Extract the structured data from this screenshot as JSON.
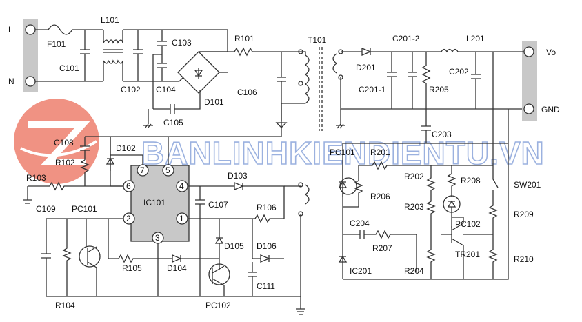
{
  "terminals": {
    "line": "L",
    "neutral": "N",
    "output": "Vo",
    "ground": "GND"
  },
  "labels": {
    "F101": "F101",
    "L101": "L101",
    "C101": "C101",
    "C102": "C102",
    "C103": "C103",
    "C104": "C104",
    "C105": "C105",
    "R101": "R101",
    "T101": "T101",
    "D101": "D101",
    "C106": "C106",
    "C108": "C108",
    "D102": "D102",
    "R102": "R102",
    "R103": "R103",
    "IC101": "IC101",
    "D103": "D103",
    "C107": "C107",
    "R106": "R106",
    "C109": "C109",
    "PC101_left": "PC101",
    "R104": "R104",
    "R105": "R105",
    "D104": "D104",
    "D105": "D105",
    "D106": "D106",
    "C111": "C111",
    "PC102_left": "PC102",
    "D201": "D201",
    "C201_2": "C201-2",
    "C201_1": "C201-1",
    "L201": "L201",
    "R205": "R205",
    "C202": "C202",
    "C203": "C203",
    "PC101_right": "PC101",
    "R201": "R201",
    "R206": "R206",
    "R202": "R202",
    "R203": "R203",
    "R208": "R208",
    "SW201": "SW201",
    "R209": "R209",
    "PC102_right": "PC102",
    "C204": "C204",
    "R207": "R207",
    "TR201": "TR201",
    "R210": "R210",
    "IC201": "IC201",
    "R204": "R204"
  },
  "ic_pins": [
    "7",
    "5",
    "6",
    "4",
    "2",
    "1",
    "3"
  ],
  "watermark": {
    "text": "BANLINHKIENDIENTU.VN",
    "color": "#4a73c6",
    "logo_color": "#e8553d"
  },
  "colors": {
    "wire": "#333333",
    "ic_fill": "#c8c8c8",
    "connector_fill": "#c8c8c8"
  }
}
